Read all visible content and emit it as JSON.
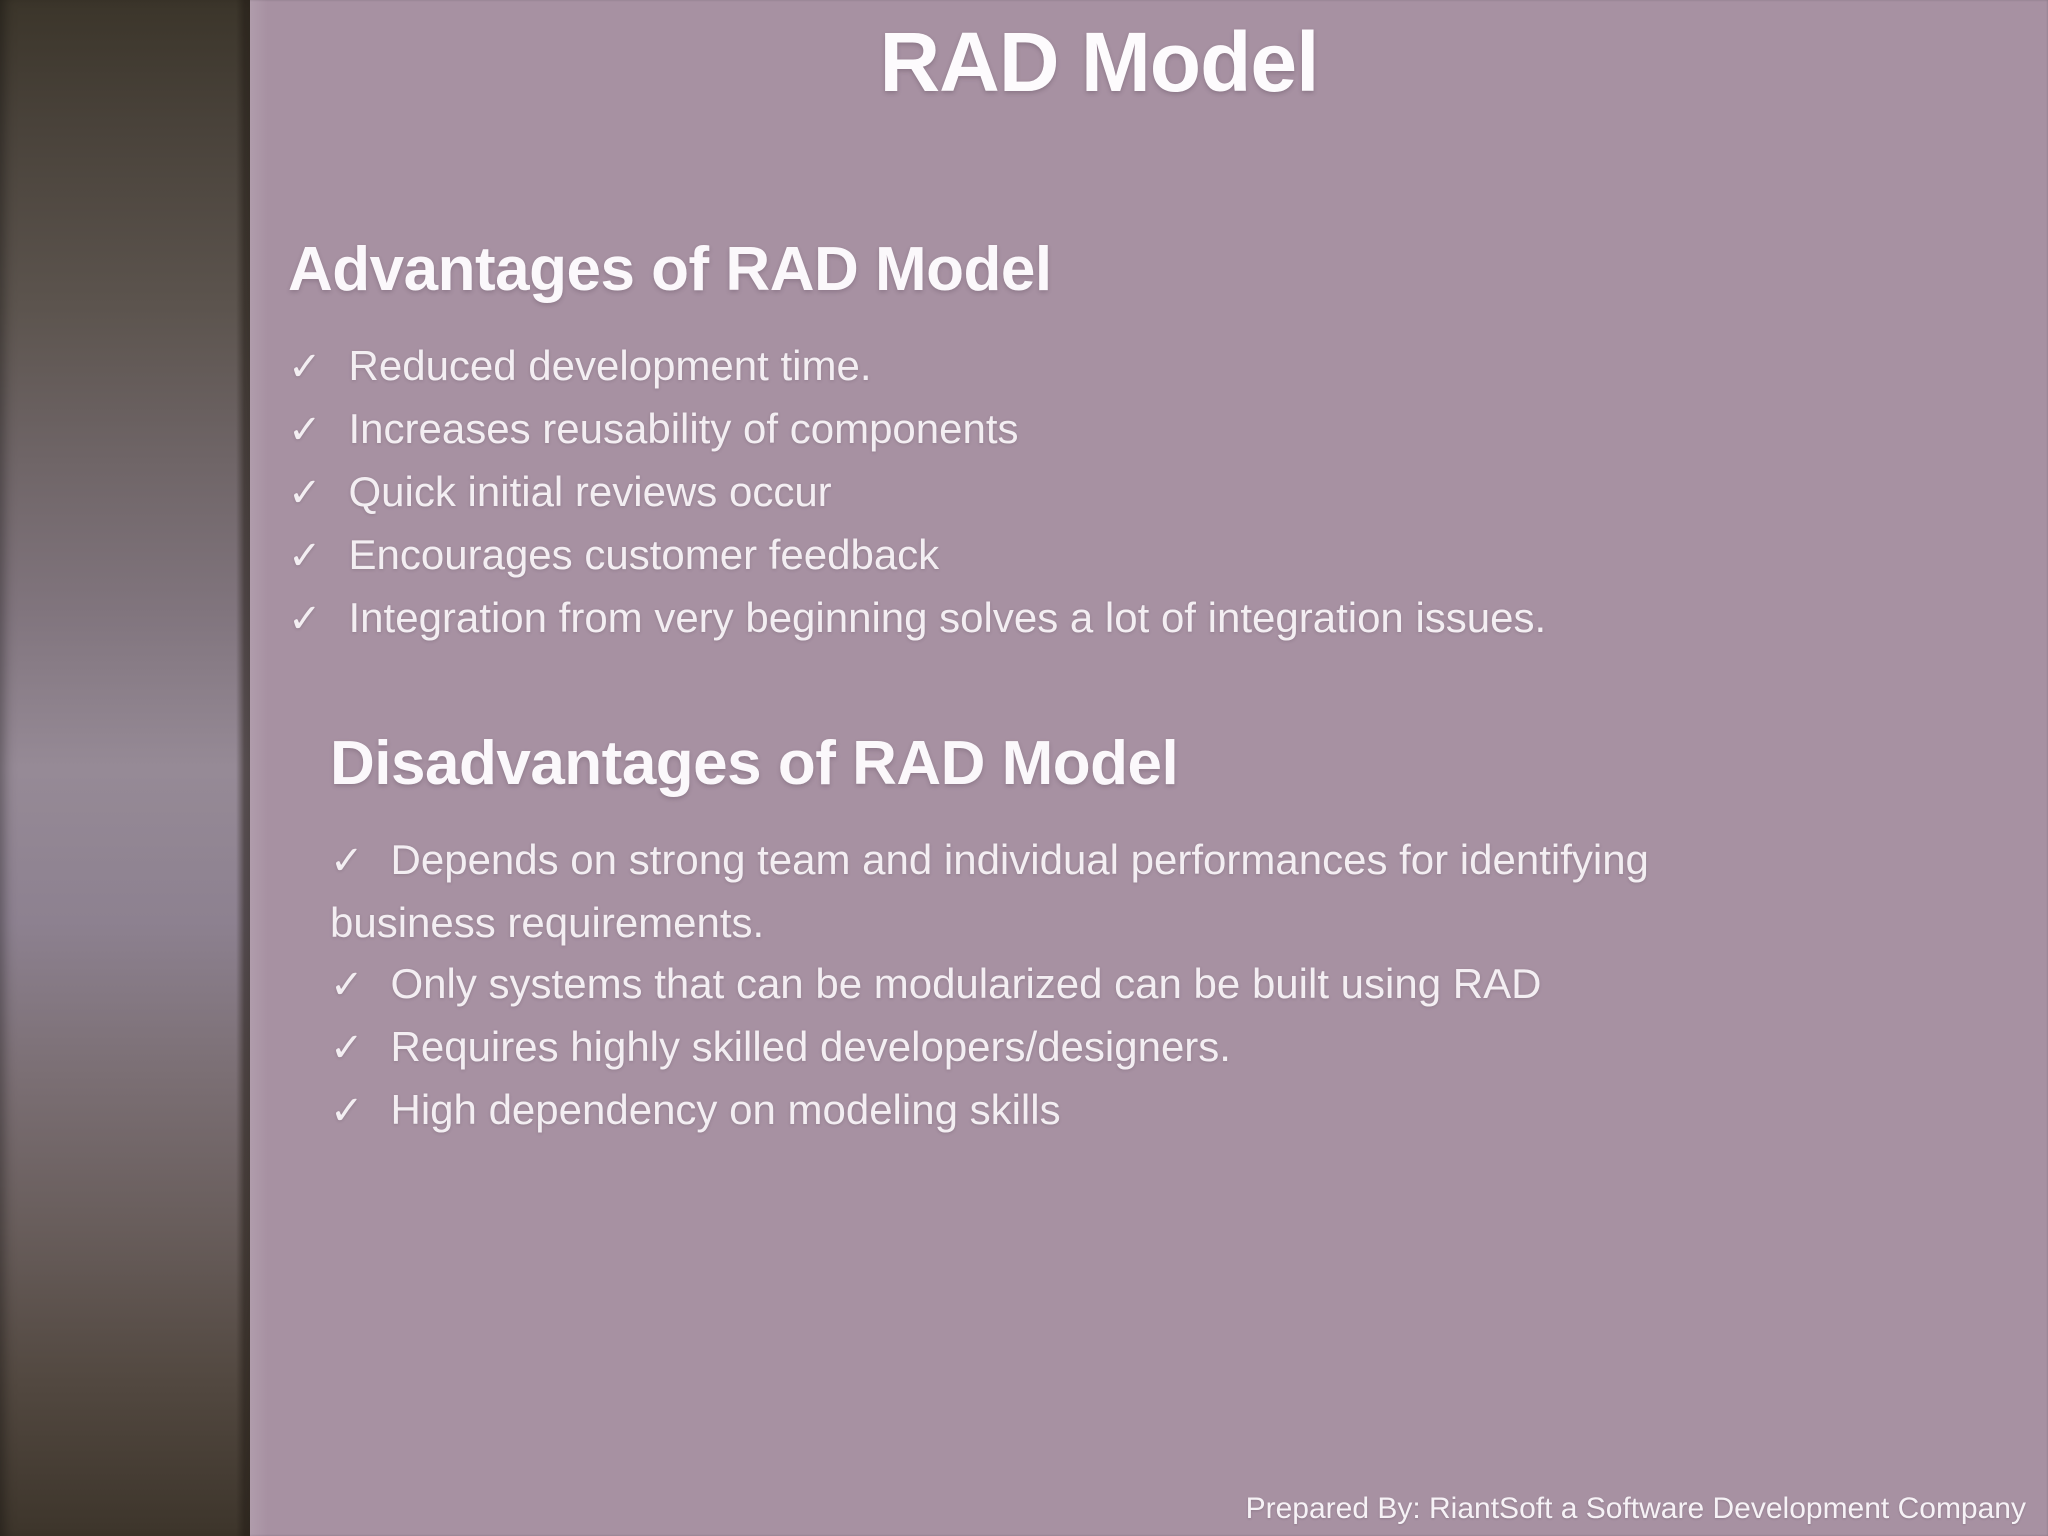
{
  "slide": {
    "title": "RAD Model",
    "check_glyph": "✓",
    "advantages": {
      "heading": "Advantages of RAD Model",
      "items": [
        "Reduced development time.",
        "Increases reusability of components",
        "Quick initial reviews occur",
        "Encourages customer feedback",
        "Integration from very beginning solves a lot of integration issues."
      ]
    },
    "disadvantages": {
      "heading": "Disadvantages of RAD Model",
      "items": [
        "Depends on strong team and individual performances for identifying\nbusiness requirements.",
        "Only systems that can be modularized can be built using RAD",
        "Requires highly skilled developers/designers.",
        "High dependency on modeling skills"
      ]
    },
    "footer": "Prepared By: RiantSoft a Software Development Company",
    "colors": {
      "background": "#a791a2",
      "text": "#f3eef2",
      "sidebar_top": "#3b352a",
      "sidebar_middle": "#968a96",
      "sidebar_bottom": "#3d352b"
    }
  }
}
